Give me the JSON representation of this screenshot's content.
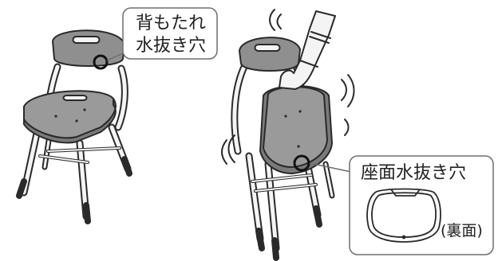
{
  "callout_backrest": {
    "line1": "背もたれ",
    "line2": "水抜き穴"
  },
  "callout_seat": {
    "title": "座面水抜き穴",
    "note": "(裏面)"
  },
  "colors": {
    "frame": "#f4f4f4",
    "plastic": "#8f8f8f",
    "plastic_light": "#b0b0b0",
    "outline": "#2a2a2a",
    "callout_border": "#6e6e6e"
  }
}
